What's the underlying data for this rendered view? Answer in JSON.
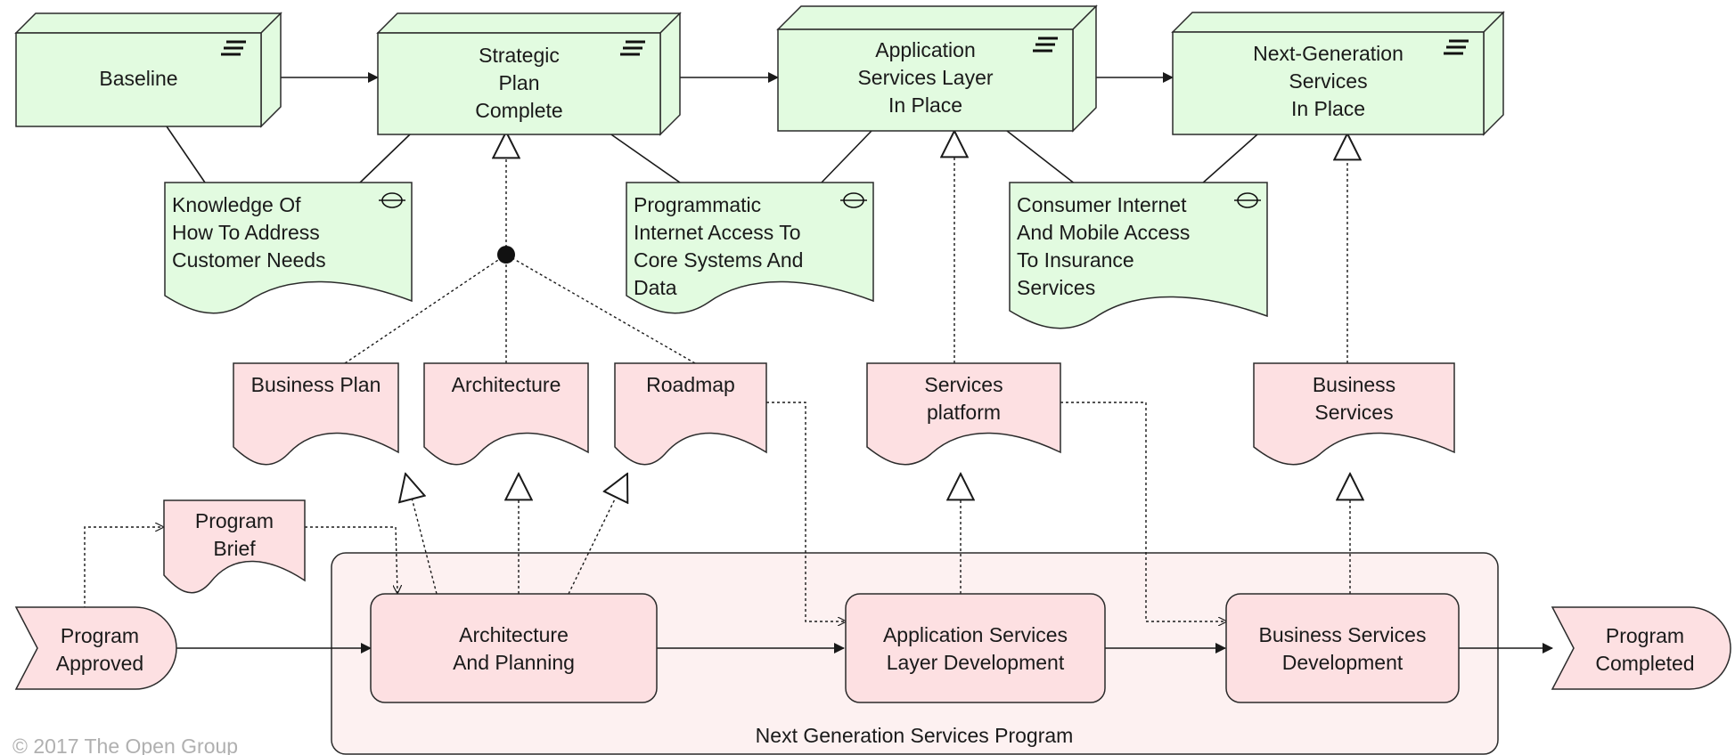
{
  "plateaus": {
    "baseline": {
      "lines": [
        "Baseline"
      ]
    },
    "strategic": {
      "lines": [
        "Strategic",
        "Plan",
        "Complete"
      ]
    },
    "application": {
      "lines": [
        "Application",
        "Services Layer",
        "In Place"
      ]
    },
    "nextgen": {
      "lines": [
        "Next-Generation",
        "Services",
        "In Place"
      ]
    }
  },
  "outcomes": {
    "knowledge": {
      "lines": [
        "Knowledge Of",
        "How To Address",
        "Customer Needs"
      ]
    },
    "programmatic": {
      "lines": [
        "Programmatic",
        "Internet Access To",
        "Core Systems And",
        "Data"
      ]
    },
    "consumer": {
      "lines": [
        "Consumer Internet",
        "And Mobile Access",
        "To Insurance",
        "Services"
      ]
    }
  },
  "deliverables": {
    "business_plan": {
      "lines": [
        "Business Plan"
      ]
    },
    "architecture": {
      "lines": [
        "Architecture"
      ]
    },
    "roadmap": {
      "lines": [
        "Roadmap"
      ]
    },
    "services_platform": {
      "lines": [
        "Services",
        "platform"
      ]
    },
    "business_services": {
      "lines": [
        "Business",
        "Services"
      ]
    },
    "program_brief": {
      "lines": [
        "Program",
        "Brief"
      ]
    }
  },
  "events": {
    "approved": {
      "lines": [
        "Program",
        "Approved"
      ]
    },
    "completed": {
      "lines": [
        "Program",
        "Completed"
      ]
    }
  },
  "work_packages": {
    "program": {
      "label": "Next Generation Services Program"
    },
    "arch_planning": {
      "lines": [
        "Architecture",
        "And Planning"
      ]
    },
    "app_services": {
      "lines": [
        "Application Services",
        "Layer Development"
      ]
    },
    "business_dev": {
      "lines": [
        "Business Services",
        "Development"
      ]
    }
  },
  "copyright": "© 2017 The Open Group",
  "colors": {
    "plateau_fill": "#e2fbe0",
    "deliverable_fill": "#fde0e2",
    "program_fill": "#fdf1f1",
    "stroke": "#2b2b2b"
  },
  "icons": {
    "plateau": "stacked-lines-icon",
    "outcome": "target-icon"
  }
}
